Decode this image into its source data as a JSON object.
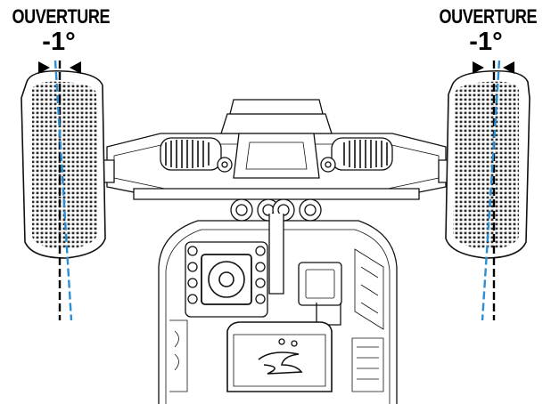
{
  "labels": {
    "left": {
      "title": "OUVERTURE",
      "value": "-1°"
    },
    "right": {
      "title": "OUVERTURE",
      "value": "-1°"
    }
  },
  "colors": {
    "reference_line": "#000000",
    "toe_line": "#2a8fd6",
    "outline": "#111111",
    "tire_fill": "#ffffff",
    "tread": "#2b2b2b"
  },
  "icons": [
    "toe-arrow-left-icon",
    "toe-arrow-right-icon"
  ]
}
